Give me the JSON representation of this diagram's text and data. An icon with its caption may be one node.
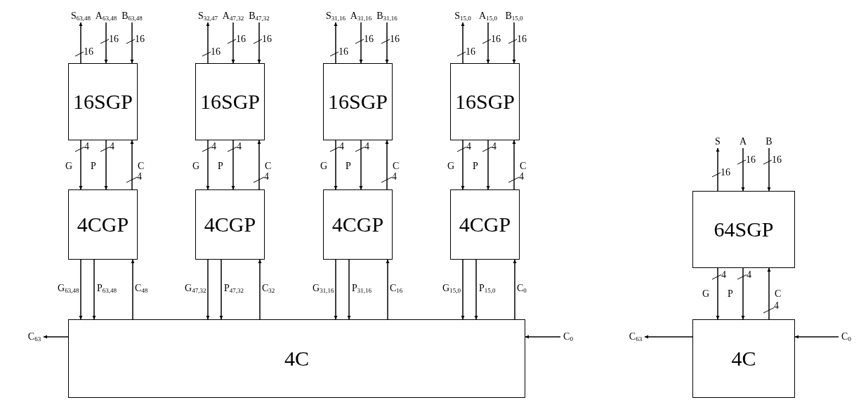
{
  "diagram": {
    "nodes": [
      {
        "text": [
          "S$_{63,48}$"
        ]
      },
      {
        "text": [
          "A$_{63,48}$"
        ]
      },
      {
        "text": [
          "B$_{63,48}$"
        ]
      },
      {
        "text": [
          "S$_{32,47}$"
        ]
      },
      {
        "text": [
          "A$_{47,32}$"
        ]
      },
      {
        "text": [
          "B$_{47,32}$"
        ]
      },
      {
        "text": [
          "S$_{31,16}$"
        ]
      },
      {
        "text": [
          "A$_{31,16}$"
        ]
      },
      {
        "text": [
          "B$_{31,16}$"
        ]
      },
      {
        "text": [
          "S$_{15,0}$"
        ]
      },
      {
        "text": [
          "A$_{15,0}$"
        ]
      },
      {
        "text": [
          "B$_{15,0}$"
        ]
      },
      {
        "text": [
          "16SGP"
        ]
      },
      {
        "text": [
          "16SGP"
        ]
      },
      {
        "text": [
          "16SGP"
        ]
      },
      {
        "text": [
          "16SGP"
        ]
      },
      {
        "text": [
          "S"
        ]
      },
      {
        "text": [
          "A"
        ]
      },
      {
        "text": [
          "B"
        ]
      },
      {
        "text": [
          "4CGP"
        ]
      },
      {
        "text": [
          "4CGP"
        ]
      },
      {
        "text": [
          "4CGP"
        ]
      },
      {
        "text": [
          "4CGP"
        ]
      },
      {
        "text": [
          "64SGP"
        ]
      },
      {
        "text": [
          "C$_{63}$"
        ]
      },
      {
        "text": [
          "4C"
        ]
      },
      {
        "text": [
          "C$_{0}$"
        ]
      },
      {
        "text": [
          "C$_{63}$"
        ]
      },
      {
        "text": [
          "4C"
        ]
      },
      {
        "text": [
          "C$_{0}$"
        ]
      }
    ],
    "edges": [
      {
        "from": 12,
        "to": 0,
        "arrow": "to",
        "label": "16"
      },
      {
        "from": 1,
        "to": 12,
        "arrow": "to",
        "label": "16"
      },
      {
        "from": 2,
        "to": 12,
        "arrow": "to",
        "label": "16"
      },
      {
        "from": 12,
        "to": 19,
        "arrow": "to",
        "label": "G"
      },
      {
        "from": 12,
        "to": 19,
        "arrow": "to",
        "label": "P"
      },
      {
        "from": 19,
        "to": 12,
        "arrow": "to",
        "label": "C"
      },
      {
        "from": 19,
        "to": 25,
        "arrow": "to",
        "label": "G$_{63,48}$"
      },
      {
        "from": 19,
        "to": 25,
        "arrow": "to",
        "label": "P$_{63,48}$"
      },
      {
        "from": 25,
        "to": 19,
        "arrow": "to",
        "label": "C$_{48}$"
      },
      {
        "from": 13,
        "to": 3,
        "arrow": "to",
        "label": "16"
      },
      {
        "from": 4,
        "to": 13,
        "arrow": "to",
        "label": "16"
      },
      {
        "from": 5,
        "to": 13,
        "arrow": "to",
        "label": "16"
      },
      {
        "from": 13,
        "to": 20,
        "arrow": "to",
        "label": "G"
      },
      {
        "from": 13,
        "to": 20,
        "arrow": "to",
        "label": "P"
      },
      {
        "from": 20,
        "to": 13,
        "arrow": "to",
        "label": "C"
      },
      {
        "from": 20,
        "to": 25,
        "arrow": "to",
        "label": "G$_{47,32}$"
      },
      {
        "from": 20,
        "to": 25,
        "arrow": "to",
        "label": "P$_{47,32}$"
      },
      {
        "from": 25,
        "to": 20,
        "arrow": "to",
        "label": "C$_{32}$"
      },
      {
        "from": 14,
        "to": 6,
        "arrow": "to",
        "label": "16"
      },
      {
        "from": 7,
        "to": 14,
        "arrow": "to",
        "label": "16"
      },
      {
        "from": 8,
        "to": 14,
        "arrow": "to",
        "label": "16"
      },
      {
        "from": 14,
        "to": 21,
        "arrow": "to",
        "label": "G"
      },
      {
        "from": 14,
        "to": 21,
        "arrow": "to",
        "label": "P"
      },
      {
        "from": 21,
        "to": 14,
        "arrow": "to",
        "label": "C"
      },
      {
        "from": 21,
        "to": 25,
        "arrow": "to",
        "label": "G$_{31,16}$"
      },
      {
        "from": 21,
        "to": 25,
        "arrow": "to",
        "label": "P$_{31,16}$"
      },
      {
        "from": 25,
        "to": 21,
        "arrow": "to",
        "label": "C$_{16}$"
      },
      {
        "from": 15,
        "to": 9,
        "arrow": "to",
        "label": "16"
      },
      {
        "from": 10,
        "to": 15,
        "arrow": "to",
        "label": "16"
      },
      {
        "from": 11,
        "to": 15,
        "arrow": "to",
        "label": "16"
      },
      {
        "from": 15,
        "to": 22,
        "arrow": "to",
        "label": "G"
      },
      {
        "from": 15,
        "to": 22,
        "arrow": "to",
        "label": "P"
      },
      {
        "from": 22,
        "to": 15,
        "arrow": "to",
        "label": "C"
      },
      {
        "from": 22,
        "to": 25,
        "arrow": "to",
        "label": "G$_{15,0}$"
      },
      {
        "from": 22,
        "to": 25,
        "arrow": "to",
        "label": "P$_{15,0}$"
      },
      {
        "from": 25,
        "to": 22,
        "arrow": "to",
        "label": "C$_{0}$"
      },
      {
        "from": 23,
        "to": 16,
        "arrow": "to",
        "label": "16"
      },
      {
        "from": 17,
        "to": 23,
        "arrow": "to",
        "label": "16"
      },
      {
        "from": 18,
        "to": 23,
        "arrow": "to",
        "label": "16"
      },
      {
        "from": 23,
        "to": 28,
        "arrow": "to",
        "label": "G"
      },
      {
        "from": 23,
        "to": 28,
        "arrow": "to",
        "label": "P"
      },
      {
        "from": 28,
        "to": 23,
        "arrow": "to",
        "label": "C"
      },
      {
        "from": 25,
        "to": 24,
        "arrow": "to"
      },
      {
        "from": 26,
        "to": 25,
        "arrow": "to"
      },
      {
        "from": 28,
        "to": 27,
        "arrow": "to"
      },
      {
        "from": 29,
        "to": 28,
        "arrow": "to"
      }
    ],
    "labels": [
      "4",
      "4",
      "4",
      "4",
      "4",
      "4",
      "4",
      "4",
      "4",
      "4",
      "4",
      "4",
      "4",
      "4",
      "4"
    ]
  }
}
